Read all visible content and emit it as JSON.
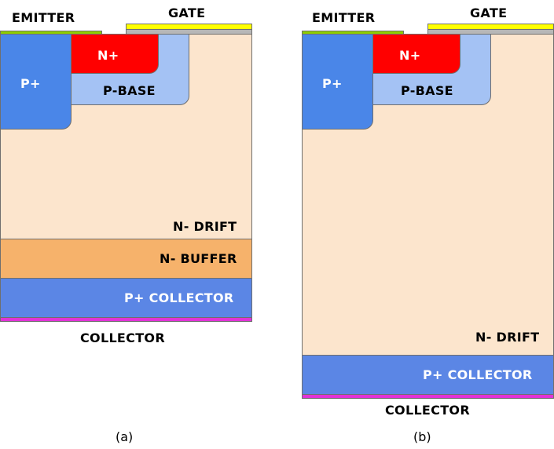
{
  "diagram_a": {
    "emitter_label": "EMITTER",
    "gate_label": "GATE",
    "p_plus_label": "P+",
    "n_plus_label": "N+",
    "p_base_label": "P-BASE",
    "n_drift_label": "N- DRIFT",
    "n_buffer_label": "N- BUFFER",
    "p_collector_label": "P+ COLLECTOR",
    "collector_label": "COLLECTOR",
    "caption": "(a)"
  },
  "diagram_b": {
    "emitter_label": "EMITTER",
    "gate_label": "GATE",
    "p_plus_label": "P+",
    "n_plus_label": "N+",
    "p_base_label": "P-BASE",
    "n_drift_label": "N- DRIFT",
    "p_collector_label": "P+ COLLECTOR",
    "collector_label": "COLLECTOR",
    "caption": "(b)"
  },
  "colors": {
    "n_drift": "#fce5cd",
    "p_plus": "#4a86e8",
    "p_base": "#a4c2f4",
    "n_plus": "#ff0000",
    "n_buffer": "#f6b26b",
    "p_collector": "#5b86e5",
    "collector_metal": "#e233d6",
    "emitter_metal": "#8fce00",
    "gate_metal": "#ffff00",
    "gate_oxide": "#b7b7b7"
  }
}
